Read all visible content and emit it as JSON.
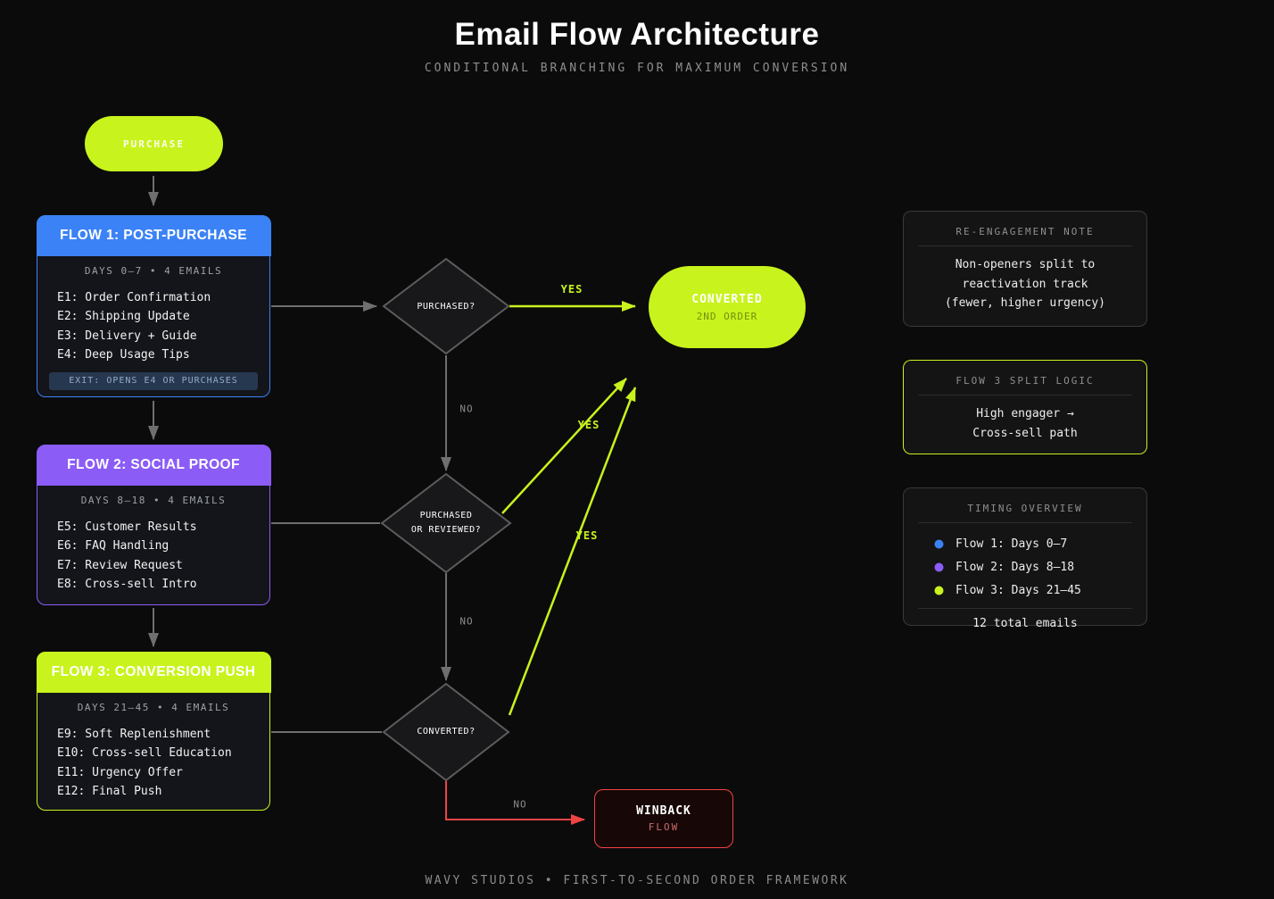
{
  "header": {
    "title": "Email Flow Architecture",
    "subtitle": "CONDITIONAL BRANCHING FOR MAXIMUM CONVERSION"
  },
  "start": {
    "label": "PURCHASE"
  },
  "flows": [
    {
      "title": "FLOW 1: POST-PURCHASE",
      "meta": "DAYS 0–7 • 4 EMAILS",
      "emails": [
        "E1: Order Confirmation",
        "E2: Shipping Update",
        "E3: Delivery + Guide",
        "E4: Deep Usage Tips"
      ],
      "exit_note": "EXIT: OPENS E4 OR PURCHASES",
      "accent": "#3b82f6"
    },
    {
      "title": "FLOW 2: SOCIAL PROOF",
      "meta": "DAYS 8–18 • 4 EMAILS",
      "emails": [
        "E5: Customer Results",
        "E6: FAQ Handling",
        "E7: Review Request",
        "E8: Cross-sell Intro"
      ],
      "accent": "#8b5cf6"
    },
    {
      "title": "FLOW 3: CONVERSION PUSH",
      "meta": "DAYS 21–45 • 4 EMAILS",
      "emails": [
        "E9: Soft Replenishment",
        "E10: Cross-sell Education",
        "E11: Urgency Offer",
        "E12: Final Push"
      ],
      "accent": "#c8f31d"
    }
  ],
  "decisions": [
    {
      "lines": [
        "PURCHASED?"
      ]
    },
    {
      "lines": [
        "PURCHASED",
        "OR REVIEWED?"
      ]
    },
    {
      "lines": [
        "CONVERTED?"
      ]
    }
  ],
  "edge_labels": {
    "d1_yes": "YES",
    "d1_no": "NO",
    "d2_yes": "YES",
    "d2_no": "NO",
    "d3_yes": "YES",
    "d3_no": "NO"
  },
  "converted": {
    "title": "CONVERTED",
    "subtitle": "2ND ORDER"
  },
  "winback": {
    "title": "WINBACK",
    "subtitle": "FLOW"
  },
  "notes": [
    {
      "title": "RE-ENGAGEMENT NOTE",
      "lines": [
        "Non-openers split to",
        "reactivation track",
        "(fewer, higher urgency)"
      ]
    },
    {
      "title": "FLOW 3 SPLIT LOGIC",
      "lines": [
        "High engager →",
        "Cross-sell path"
      ],
      "accent": "#c8f31d"
    }
  ],
  "timing": {
    "title": "TIMING OVERVIEW",
    "legend": [
      {
        "color": "#3b82f6",
        "label": "Flow 1: Days 0–7"
      },
      {
        "color": "#8b5cf6",
        "label": "Flow 2: Days 8–18"
      },
      {
        "color": "#c8f31d",
        "label": "Flow 3: Days 21–45"
      }
    ],
    "total": "12 total emails"
  },
  "footer": "WAVY STUDIOS • FIRST-TO-SECOND ORDER FRAMEWORK",
  "colors": {
    "background": "#0b0b0c",
    "lime": "#c8f31d",
    "blue": "#3b82f6",
    "purple": "#8b5cf6",
    "red": "#ef4444",
    "edge_gray": "#6f6f6f"
  }
}
